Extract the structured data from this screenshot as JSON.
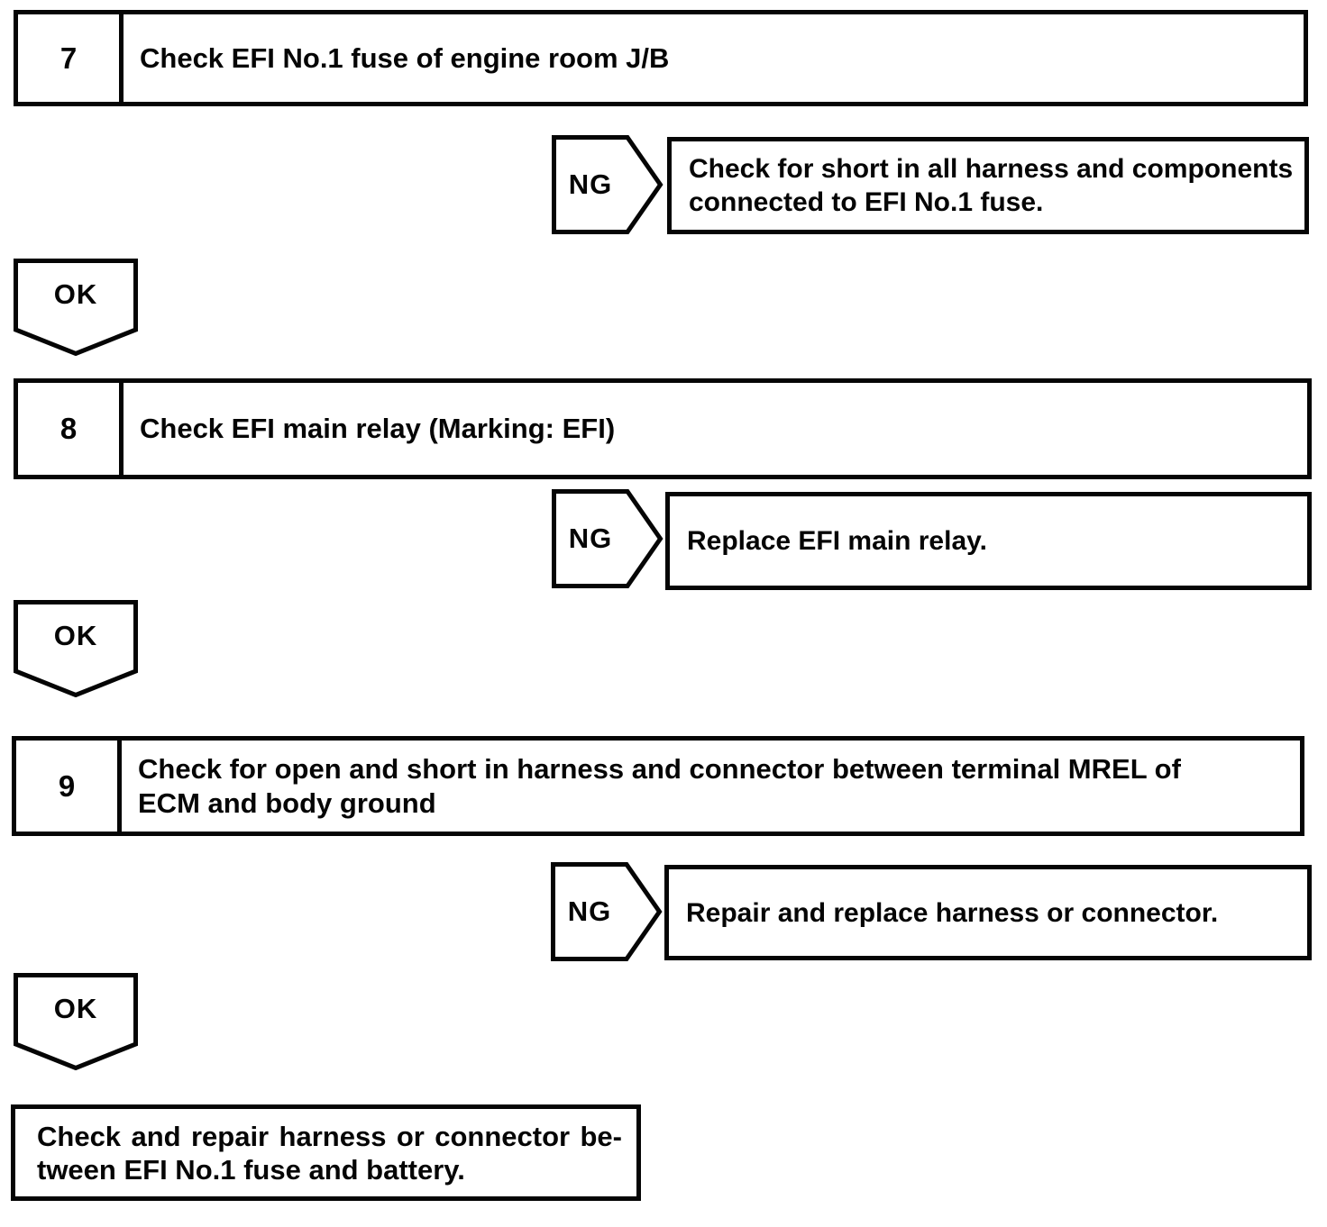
{
  "page": {
    "background_color": "#ffffff",
    "line_color": "#050505"
  },
  "flowchart": {
    "ng_label": "NG",
    "ok_label": "OK",
    "steps": [
      {
        "number": "7",
        "lines": [
          "Check EFI No.1 fuse of engine room J/B"
        ]
      },
      {
        "number": "8",
        "lines": [
          "Check EFI main relay (Marking: EFI)"
        ]
      },
      {
        "number": "9",
        "lines": [
          "Check for open and short in harness and connector between terminal MREL of",
          "ECM and body ground"
        ]
      }
    ],
    "ng_results": [
      {
        "lines": [
          "Check for short in all harness and components",
          "connected to EFI No.1 fuse."
        ]
      },
      {
        "lines": [
          "Replace EFI main relay."
        ]
      },
      {
        "lines": [
          "Repair and replace harness or connector."
        ]
      }
    ],
    "final_box": {
      "lines": [
        "Check and repair harness or connector be-",
        "tween EFI No.1 fuse and battery."
      ]
    }
  }
}
